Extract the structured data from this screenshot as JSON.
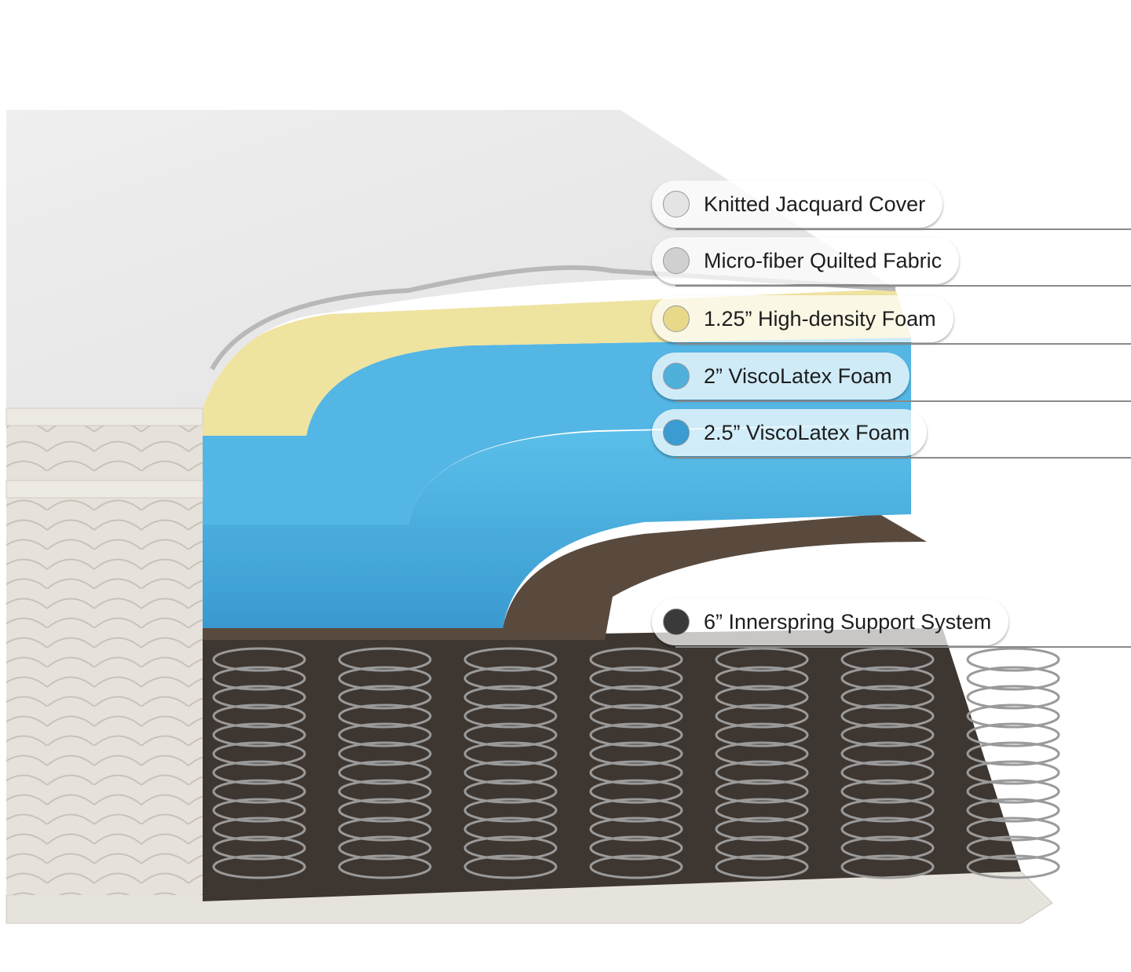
{
  "layers": [
    {
      "label": "Knitted Jacquard Cover",
      "color": "#e4e4e4"
    },
    {
      "label": "Micro-fiber Quilted Fabric",
      "color": "#d0d0d0"
    },
    {
      "label": "1.25” High-density Foam",
      "color": "#e8d98a"
    },
    {
      "label": "2” ViscoLatex Foam",
      "color": "#4fb0dc"
    },
    {
      "label": "2.5” ViscoLatex Foam",
      "color": "#3a9cd0"
    },
    {
      "label": "6” Innerspring Support System",
      "color": "#3a3a3a"
    }
  ]
}
